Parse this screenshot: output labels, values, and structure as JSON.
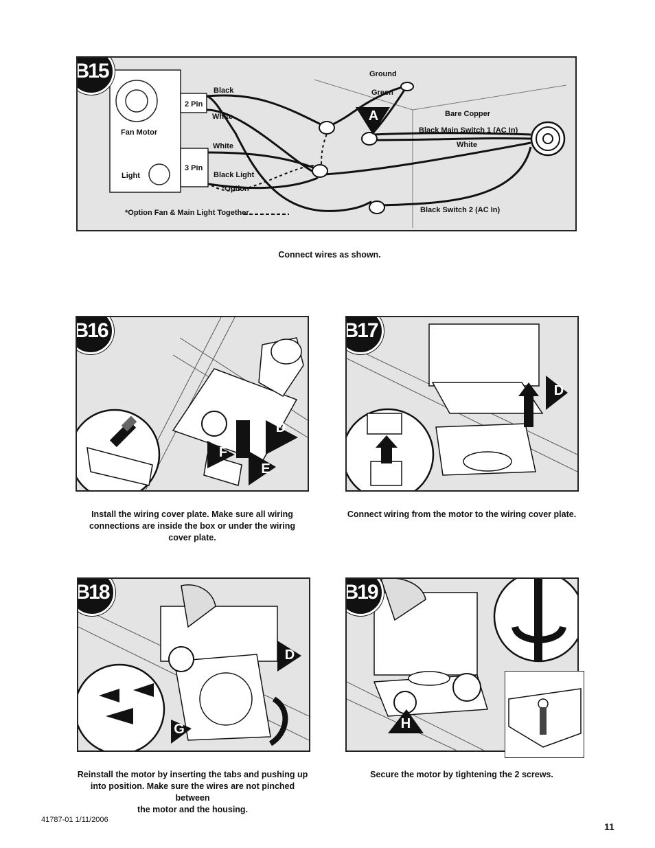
{
  "b15": {
    "badge": "B15",
    "fan_motor": "Fan Motor",
    "light": "Light",
    "pin2": "2 Pin",
    "pin3": "3 Pin",
    "black": "Black",
    "white": "White",
    "white2": "White",
    "black_light": "Black   Light",
    "option": "*Option",
    "ground": "Ground",
    "green": "Green",
    "marker_a": "A",
    "bare_copper": "Bare Copper",
    "main_switch": "Black    Main Switch 1 (AC In)",
    "white3": "White",
    "switch2": "Black   Switch 2 (AC In)",
    "option_note": "*Option Fan & Main Light Together",
    "caption": "Connect wires as shown."
  },
  "b16": {
    "badge": "B16",
    "marker_d": "D",
    "marker_e": "E",
    "marker_f": "F",
    "caption_line1": "Install the wiring cover plate. Make sure all wiring",
    "caption_line2": "connections are inside the box or under the wiring",
    "caption_line3": "cover plate."
  },
  "b17": {
    "badge": "B17",
    "marker_d": "D",
    "caption": "Connect wiring from the motor to the wiring cover plate."
  },
  "b18": {
    "badge": "B18",
    "marker_d": "D",
    "marker_g": "G",
    "caption_line1": "Reinstall the motor by inserting the tabs and pushing up",
    "caption_line2": "into position. Make sure the wires are not pinched between",
    "caption_line3": "the motor and the housing."
  },
  "b19": {
    "badge": "B19",
    "marker_h": "H",
    "caption": "Secure the motor by tightening the 2 screws."
  },
  "footer": {
    "doc_id": "41787-01   1/11/2006",
    "page": "11"
  }
}
